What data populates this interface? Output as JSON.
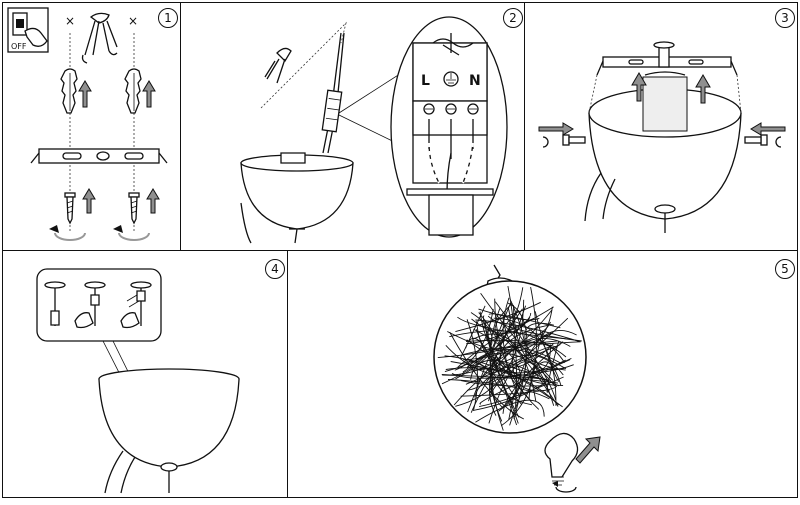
{
  "steps": [
    {
      "number": "1",
      "switch_label": "OFF",
      "x_mark": "×"
    },
    {
      "number": "2",
      "terminal_labels": [
        "L",
        "N"
      ]
    },
    {
      "number": "3"
    },
    {
      "number": "4"
    },
    {
      "number": "5"
    }
  ]
}
